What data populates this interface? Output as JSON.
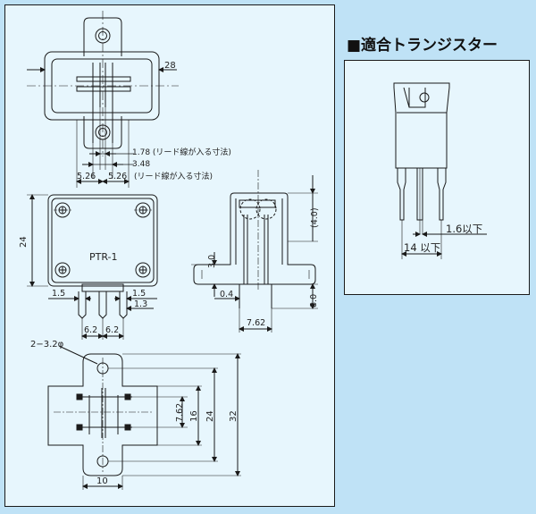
{
  "heading": "■適合トランジスター",
  "dims": {
    "top_28": "28",
    "pitch_note": "1.78 (リード線が入る寸法)",
    "gap_note": "3.48",
    "side_note": "(リード線が入る寸法)",
    "d526a": "5.26",
    "d526b": "5.26",
    "h24": "24",
    "model": "PTR-1",
    "d15a": "1.5",
    "d15b": "1.5",
    "d13": "1.3",
    "d62a": "6.2",
    "d62b": "6.2",
    "d30": "3.0",
    "d40": "(4.0)",
    "d04": "0.4",
    "d80": "8.0",
    "d762s": "7.62",
    "hole": "2−3.2φ",
    "v762": "7.62",
    "v16": "16",
    "v24": "24",
    "v32": "32",
    "d10": "10"
  },
  "transistor": {
    "lead_dim": "1.6以下",
    "span_dim": "14 以下"
  },
  "colors": {
    "background": "#bfe2f6",
    "panel": "#e7f6fd",
    "line": "#1a1a1a"
  }
}
